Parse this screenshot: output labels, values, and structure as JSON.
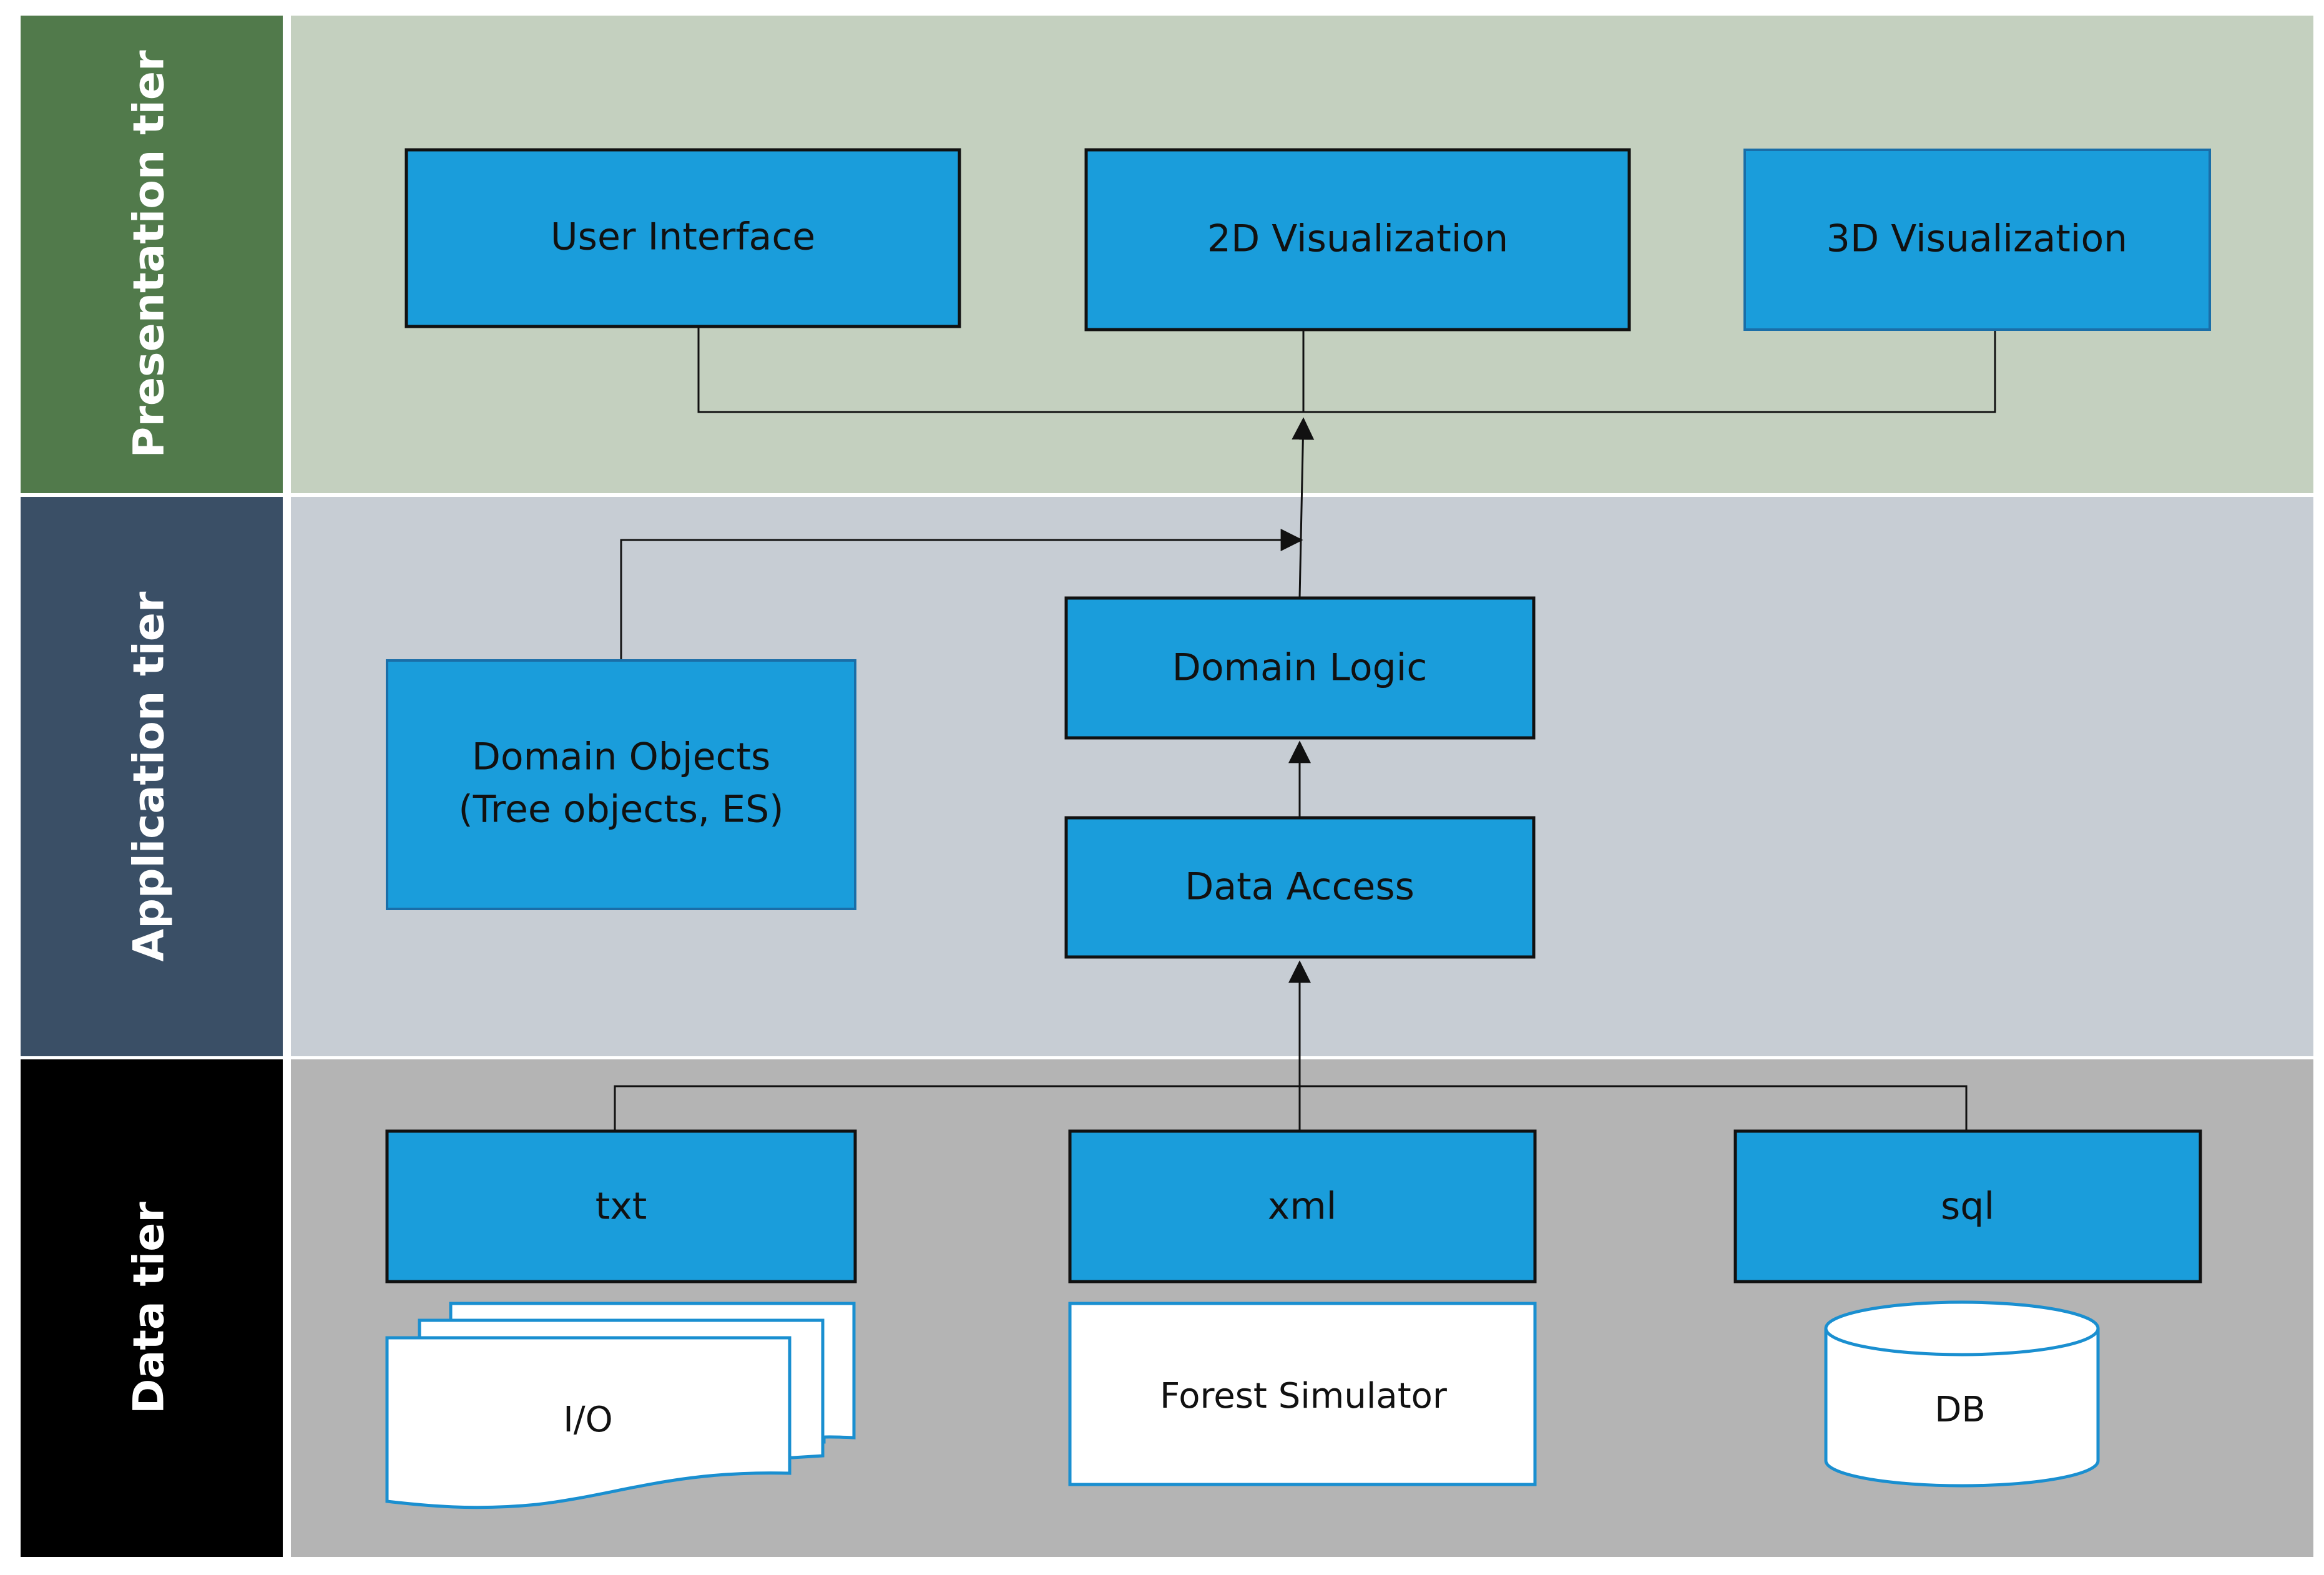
{
  "tiers": {
    "presentation": {
      "label": "Presentation tier",
      "side_color": "#517a4b",
      "bg_color": "#c4d0bf"
    },
    "application": {
      "label": "Application tier",
      "side_color": "#3a4f66",
      "bg_color": "#c7cdd4"
    },
    "data": {
      "label": "Data tier",
      "side_color": "#000000",
      "bg_color": "#b4b4b4"
    }
  },
  "nodes": {
    "user_interface": "User Interface",
    "viz_2d": "2D Visualization",
    "viz_3d": "3D Visualization",
    "domain_logic": "Domain Logic",
    "domain_objects_line1": "Domain Objects",
    "domain_objects_line2": "(Tree objects, ES)",
    "data_access": "Data Access",
    "txt": "txt",
    "xml": "xml",
    "sql": "sql"
  },
  "external": {
    "io": "I/O",
    "forest_simulator": "Forest Simulator",
    "db": "DB"
  },
  "colors": {
    "box_fill": "#1a9ddb",
    "external_stroke": "#1a8fd0"
  }
}
